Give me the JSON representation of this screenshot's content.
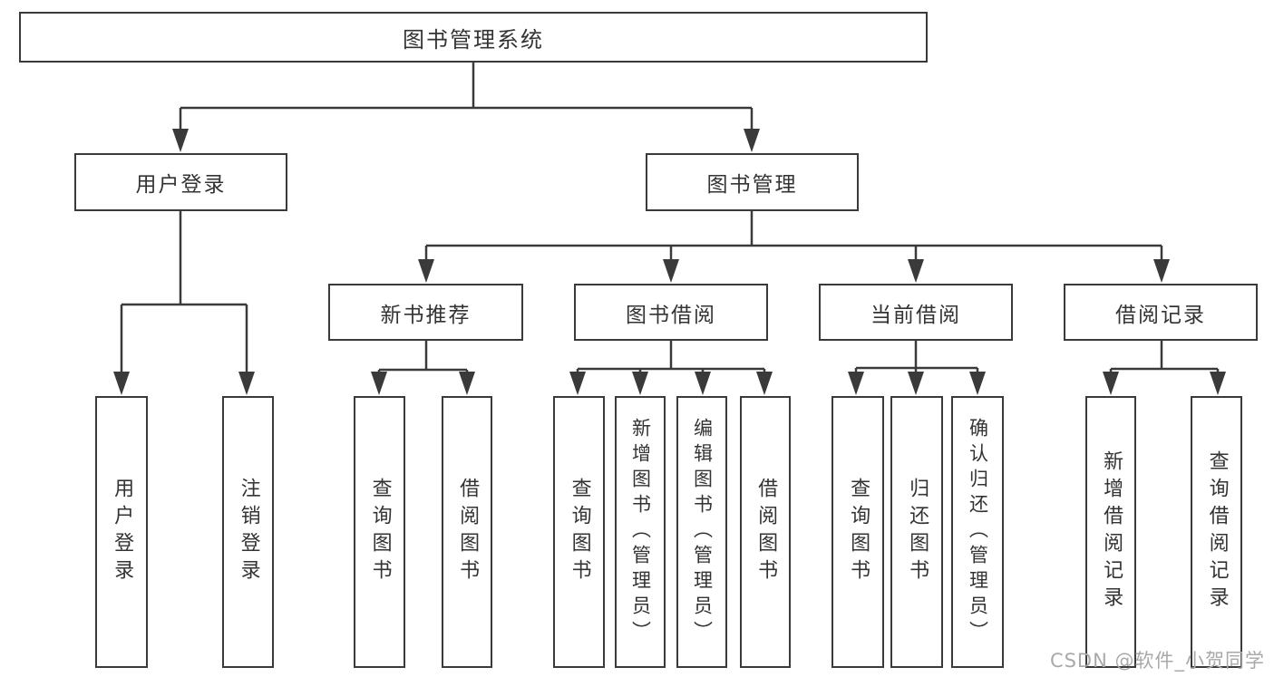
{
  "tree": {
    "root": "图书管理系统",
    "branches": [
      {
        "label": "用户登录",
        "leaves": [
          "用户登录",
          "注销登录"
        ]
      },
      {
        "label": "图书管理",
        "sections": [
          {
            "label": "新书推荐",
            "leaves": [
              "查询图书",
              "借阅图书"
            ]
          },
          {
            "label": "图书借阅",
            "leaves": [
              "查询图书",
              "新增图书（管理员）",
              "编辑图书（管理员）",
              "借阅图书"
            ]
          },
          {
            "label": "当前借阅",
            "leaves": [
              "查询图书",
              "归还图书",
              "确认归还（管理员）"
            ]
          },
          {
            "label": "借阅记录",
            "leaves": [
              "新增借阅记录",
              "查询借阅记录"
            ]
          }
        ]
      }
    ]
  },
  "watermark": "CSDN @软件_小贺同学",
  "colors": {
    "line": "#3a3a3a",
    "text": "#333333",
    "watermark": "#a9a9a9",
    "background": "#ffffff"
  }
}
